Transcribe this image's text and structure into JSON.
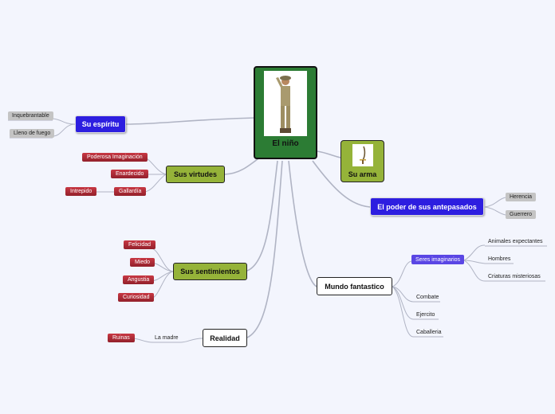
{
  "central": {
    "label": "El niño",
    "image_icon": "soldier-icon"
  },
  "arma": {
    "label": "Su arma",
    "image_icon": "sword-icon"
  },
  "espiritu": {
    "label": "Su espíritu",
    "children": [
      "Inquebrantable",
      "Lleno de fuego"
    ]
  },
  "virtudes": {
    "label": "Sus virtudes",
    "children": [
      "Poderosa Imaginación",
      "Enardecido",
      "Gallardía",
      "Intrepido"
    ]
  },
  "sentimientos": {
    "label": "Sus sentimientos",
    "children": [
      "Felicidad",
      "Miedo",
      "Angustia",
      "Curiosidad"
    ]
  },
  "realidad": {
    "label": "Realidad",
    "children": [
      "La madre",
      "Ruinas"
    ]
  },
  "antepasados": {
    "label": "El poder de sus antepasados",
    "children": [
      "Herencia",
      "Guerrero"
    ]
  },
  "mundo": {
    "label": "Mundo fantastico",
    "seres": {
      "label": "Seres imaginarios",
      "children": [
        "Animales expectantes",
        "Hombres",
        "Criaturas misteriosas"
      ]
    },
    "children": [
      "Combate",
      "Ejercito",
      "Caballeria"
    ]
  },
  "colors": {
    "main": "#2c7c34",
    "green": "#95b339",
    "blue": "#2d1ee0",
    "red": "#b22d38",
    "purple": "#5a46e4",
    "gray": "#c4c4c4",
    "line": "#b0b4c4"
  }
}
